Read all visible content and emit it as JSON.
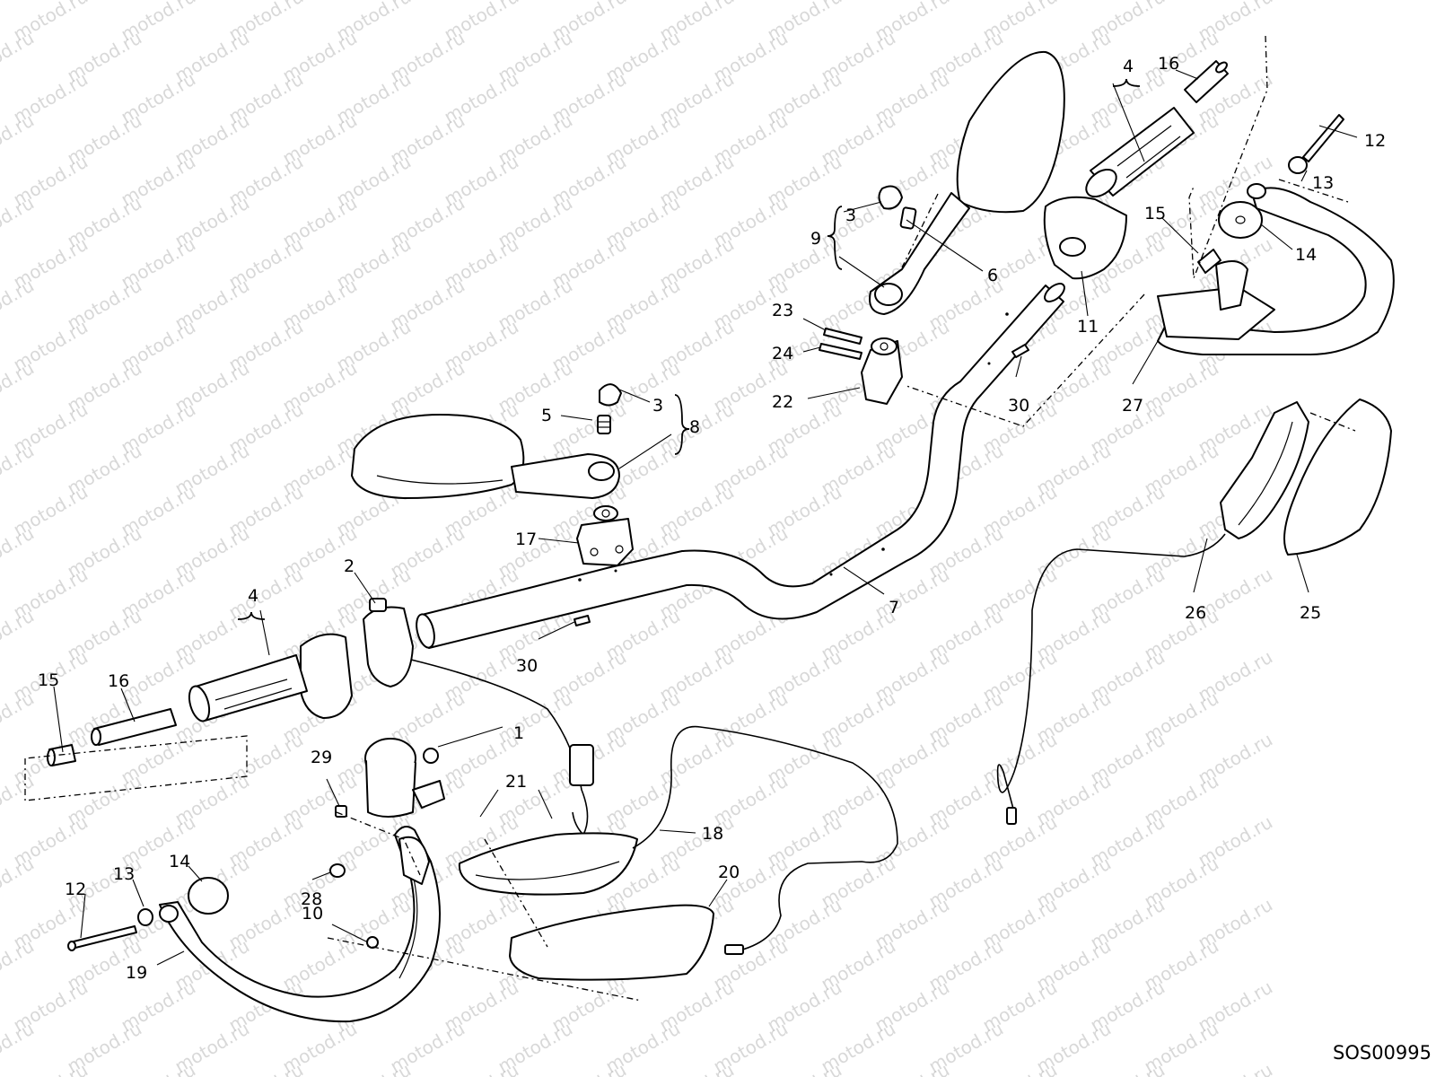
{
  "drawing_code": "SOS00995",
  "watermark_text": "motod.ru",
  "callouts": [
    {
      "id": "left-switch-1",
      "text": "1"
    },
    {
      "id": "left-switch-2",
      "text": "2"
    },
    {
      "id": "left-cap-3",
      "text": "3"
    },
    {
      "id": "right-cap-3",
      "text": "3"
    },
    {
      "id": "left-grip-4",
      "text": "4"
    },
    {
      "id": "right-grip-4",
      "text": "4"
    },
    {
      "id": "left-screw-5",
      "text": "5"
    },
    {
      "id": "right-screw-6",
      "text": "6"
    },
    {
      "id": "handlebar-7",
      "text": "7"
    },
    {
      "id": "left-mirror-8",
      "text": "8"
    },
    {
      "id": "right-mirror-9",
      "text": "9"
    },
    {
      "id": "screw-10",
      "text": "10"
    },
    {
      "id": "right-switch-11",
      "text": "11"
    },
    {
      "id": "left-bolt-12",
      "text": "12"
    },
    {
      "id": "right-bolt-12",
      "text": "12"
    },
    {
      "id": "left-washer-13",
      "text": "13"
    },
    {
      "id": "right-washer-13",
      "text": "13"
    },
    {
      "id": "left-weight-14",
      "text": "14"
    },
    {
      "id": "right-weight-14",
      "text": "14"
    },
    {
      "id": "left-insert-15",
      "text": "15"
    },
    {
      "id": "right-insert-15",
      "text": "15"
    },
    {
      "id": "left-tube-16",
      "text": "16"
    },
    {
      "id": "right-tube-16",
      "text": "16"
    },
    {
      "id": "mirror-clamp-17",
      "text": "17"
    },
    {
      "id": "left-indicator-18",
      "text": "18"
    },
    {
      "id": "left-handguard-19",
      "text": "19"
    },
    {
      "id": "left-shield-20",
      "text": "20"
    },
    {
      "id": "screws-21",
      "text": "21"
    },
    {
      "id": "right-clamp-22",
      "text": "22"
    },
    {
      "id": "clamp-screw-23",
      "text": "23"
    },
    {
      "id": "clamp-screw-24",
      "text": "24"
    },
    {
      "id": "right-shield-25",
      "text": "25"
    },
    {
      "id": "right-indicator-26",
      "text": "26"
    },
    {
      "id": "right-handguard-27",
      "text": "27"
    },
    {
      "id": "nut-28",
      "text": "28"
    },
    {
      "id": "screw-29",
      "text": "29"
    },
    {
      "id": "left-pin-30",
      "text": "30"
    },
    {
      "id": "right-pin-30",
      "text": "30"
    }
  ]
}
